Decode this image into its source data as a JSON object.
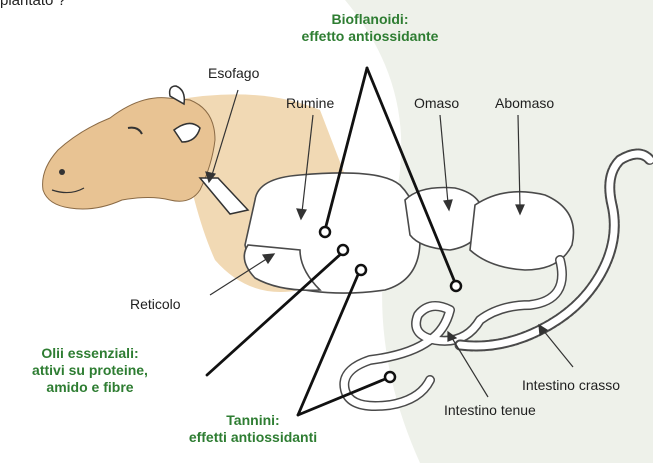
{
  "top_fragment": "piantato ?",
  "colors": {
    "accent_green": "#2e7d32",
    "cow_tan": "#e8c393",
    "organ_fill": "#ffffff",
    "organ_stroke": "#4a4a4a",
    "background_tint": "#eef1ea"
  },
  "annotations": {
    "bioflavonoids": {
      "line1": "Bioflanoidi:",
      "line2": "effetto antiossidante"
    },
    "essential_oils": {
      "line1": "Olii essenziali:",
      "line2": "attivi su proteine,",
      "line3": "amido e fibre"
    },
    "tannins": {
      "line1": "Tannini:",
      "line2": "effetti antiossidanti"
    }
  },
  "organs": {
    "esophagus": "Esofago",
    "rumen": "Rumine",
    "omasum": "Omaso",
    "abomasum": "Abomaso",
    "reticulum": "Reticolo",
    "large_intestine": "Intestino crasso",
    "small_intestine": "Intestino tenue"
  }
}
